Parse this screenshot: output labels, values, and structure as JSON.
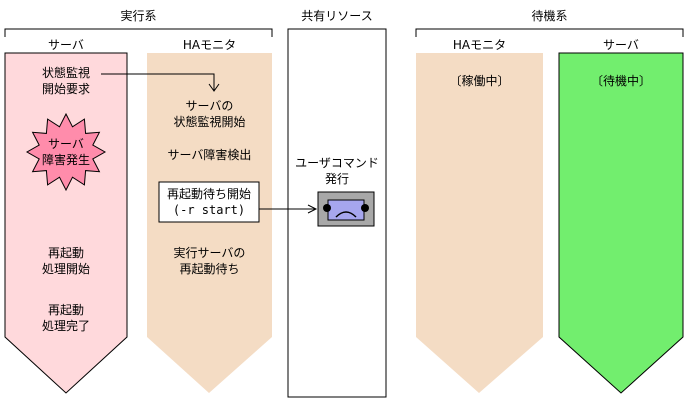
{
  "groups": {
    "active": "実行系",
    "shared": "共有リソース",
    "standby": "待機系"
  },
  "columns": {
    "active_server": "サーバ",
    "active_ha": "HAモニタ",
    "standby_ha": "HAモニタ",
    "standby_server": "サーバ"
  },
  "active_server": {
    "request_line1": "状態監視",
    "request_line2": "開始要求",
    "failure_line1": "サーバ",
    "failure_line2": "障害発生",
    "restart_line1": "再起動",
    "restart_line2": "処理開始",
    "done_line1": "再起動",
    "done_line2": "処理完了"
  },
  "active_ha": {
    "monitor_line1": "サーバの",
    "monitor_line2": "状態監視開始",
    "detect": "サーバ障害検出",
    "wait_line1": "再起動待ち開始",
    "wait_line2": "(-r start)",
    "waiting_line1": "実行サーバの",
    "waiting_line2": "再起動待ち"
  },
  "shared": {
    "cmd_line1": "ユーザコマンド",
    "cmd_line2": "発行"
  },
  "standby_ha": {
    "status": "〔稼働中〕"
  },
  "standby_server": {
    "status": "〔待機中〕"
  },
  "colors": {
    "server_active": "#ffd9dc",
    "ha_bg": "#f4dcc4",
    "standby_server": "#72ee6e",
    "starburst": "#ff8cab",
    "cmd_box": "#a8a8a8",
    "cmd_face": "#a6a6ee"
  }
}
